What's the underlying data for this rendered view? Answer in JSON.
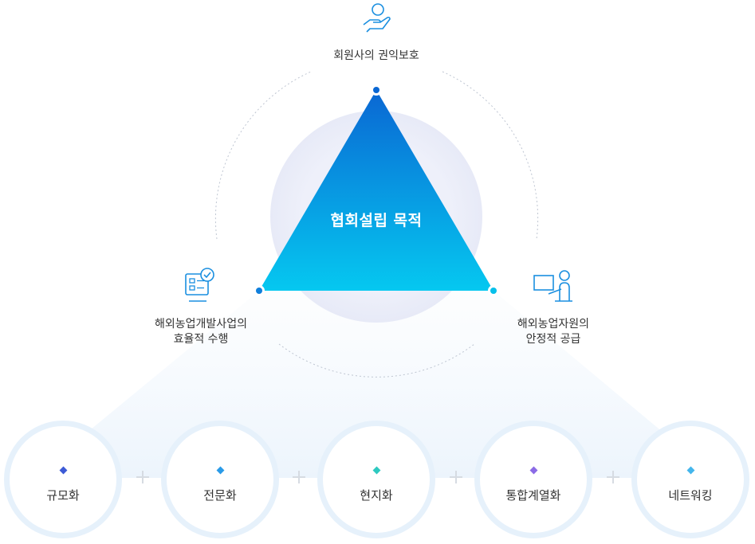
{
  "center_title": "협회설립 목적",
  "vertices": {
    "top": {
      "label": "회원사의 권익보호",
      "icon": "hand-person-icon"
    },
    "left": {
      "line1": "해외농업개발사업의",
      "line2": "효율적 수행",
      "icon": "checklist-board-icon"
    },
    "right": {
      "line1": "해외농업자원의",
      "line2": "안정적 공급",
      "icon": "presenter-board-icon"
    }
  },
  "strategies": [
    {
      "label": "규모화",
      "color": "#3d5bd6"
    },
    {
      "label": "전문화",
      "color": "#2a9be8"
    },
    {
      "label": "현지화",
      "color": "#2ec9c0"
    },
    {
      "label": "통합계열화",
      "color": "#8b6be6"
    },
    {
      "label": "네트워킹",
      "color": "#44b6ec"
    }
  ],
  "colors": {
    "triangle_top": "#0a6fd6",
    "triangle_bottom": "#04c6ee",
    "icon_stroke": "#1a8fe0",
    "ring": "#e6f1fb"
  }
}
